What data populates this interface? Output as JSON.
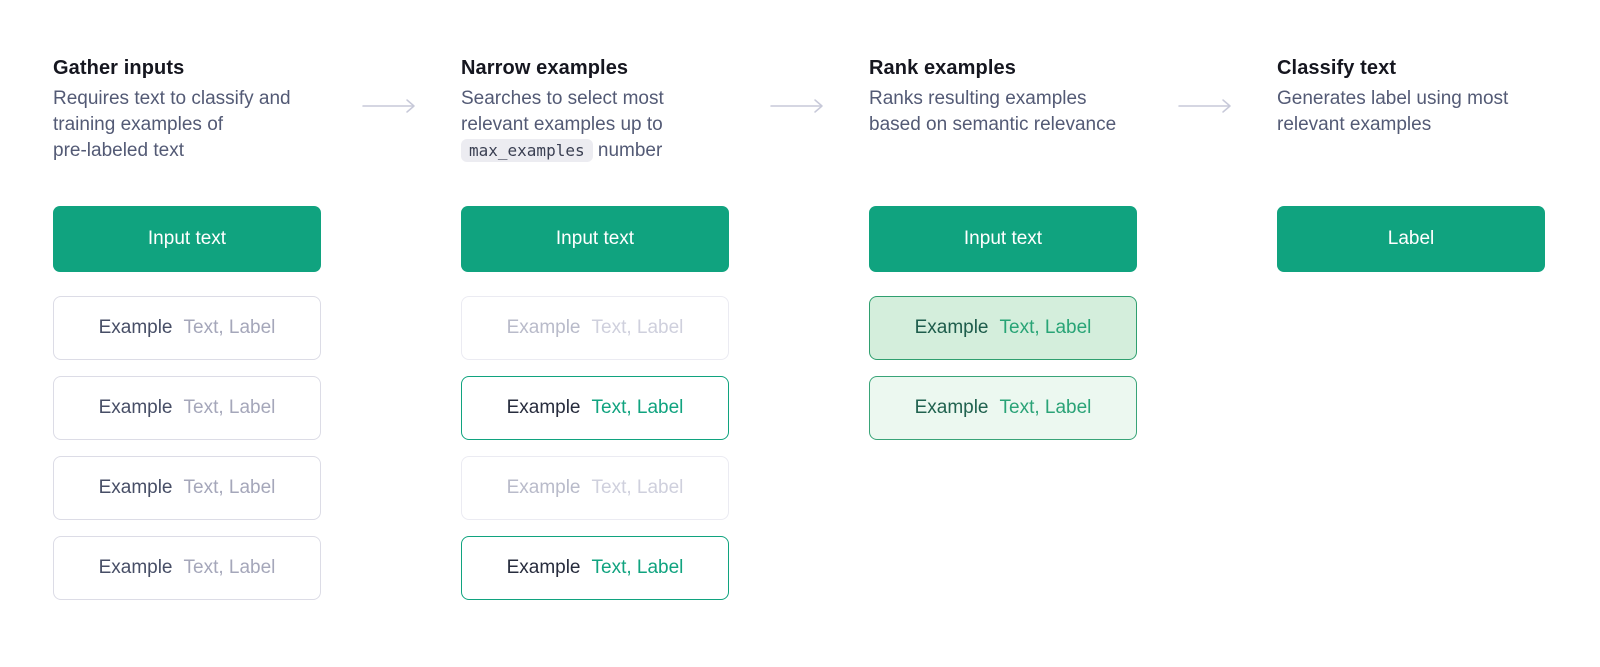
{
  "diagram": {
    "colors": {
      "accent_green": "#10A37F",
      "rank_strong_bg": "#D4EEDC",
      "rank_light_bg": "#ECF8F0",
      "arrow": "#C7C9D9",
      "title_text": "#15161F",
      "description_text": "#535A75",
      "code_chip_bg": "#ECECF1"
    },
    "columns": [
      {
        "title": "Gather inputs",
        "description": "Requires text to classify and\ntraining examples of\npre-labeled text",
        "button_label": "Input text",
        "boxes": [
          {
            "primary": "Example",
            "secondary": "Text, Label",
            "state": "neutral"
          },
          {
            "primary": "Example",
            "secondary": "Text, Label",
            "state": "neutral"
          },
          {
            "primary": "Example",
            "secondary": "Text, Label",
            "state": "neutral"
          },
          {
            "primary": "Example",
            "secondary": "Text, Label",
            "state": "neutral"
          }
        ]
      },
      {
        "title": "Narrow examples",
        "description_before": "Searches to select most\nrelevant examples up to\n",
        "code_chip": "max_examples",
        "description_after": " number",
        "button_label": "Input text",
        "boxes": [
          {
            "primary": "Example",
            "secondary": "Text, Label",
            "state": "dimmed"
          },
          {
            "primary": "Example",
            "secondary": "Text, Label",
            "state": "selected"
          },
          {
            "primary": "Example",
            "secondary": "Text, Label",
            "state": "dimmed"
          },
          {
            "primary": "Example",
            "secondary": "Text, Label",
            "state": "selected"
          }
        ]
      },
      {
        "title": "Rank examples",
        "description": "Ranks resulting examples\nbased on semantic relevance",
        "button_label": "Input text",
        "boxes": [
          {
            "primary": "Example",
            "secondary": "Text, Label",
            "state": "ranked-strong"
          },
          {
            "primary": "Example",
            "secondary": "Text, Label",
            "state": "ranked-light"
          }
        ]
      },
      {
        "title": "Classify text",
        "description": "Generates label using most\nrelevant examples",
        "button_label": "Label",
        "boxes": []
      }
    ]
  }
}
